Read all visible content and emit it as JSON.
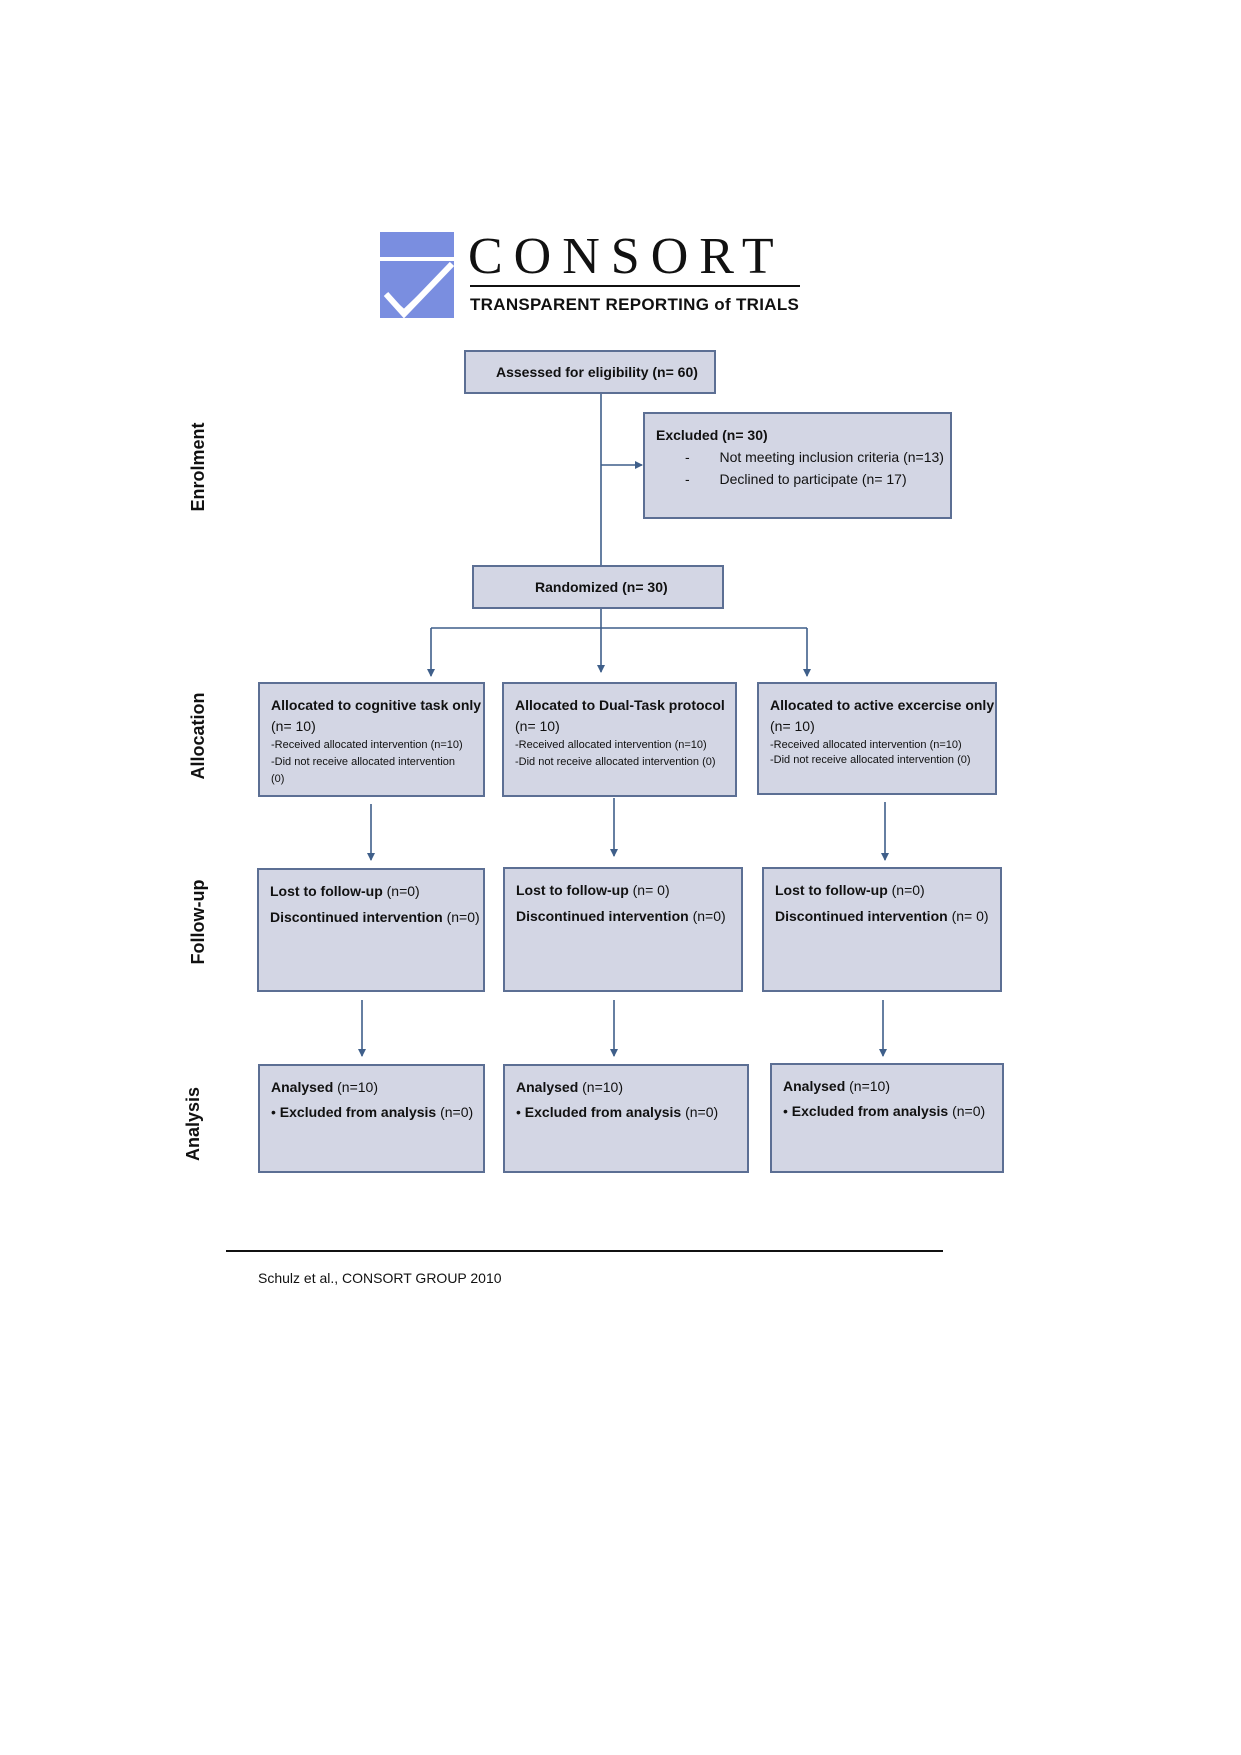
{
  "logo": {
    "title": "CONSORT",
    "subtitle": "TRANSPARENT REPORTING of TRIALS",
    "color": "#7a8ee0"
  },
  "stages": {
    "enrolment": "Enrolment",
    "allocation": "Allocation",
    "followup": "Follow-up",
    "analysis": "Analysis"
  },
  "assessed": {
    "label": "Assessed for eligibility",
    "n": "(n= 60)"
  },
  "excluded": {
    "label": "Excluded",
    "n": "(n= 30)",
    "dash": "-",
    "items": [
      "Not meeting inclusion criteria (n=13)",
      "Declined to participate (n= 17)"
    ]
  },
  "randomized": {
    "label": "Randomized",
    "n": "(n= 30)"
  },
  "arms": [
    {
      "allocation": {
        "title": "Allocated to cognitive task only",
        "n": "(n= 10)",
        "received": "-Received allocated intervention (n=10)",
        "not_received": "-Did not receive allocated intervention",
        "not_received_n": "(0)"
      },
      "followup": {
        "lost_label": "Lost to follow-up",
        "lost_n": "(n=0)",
        "disc_label": "Discontinued intervention",
        "disc_n": "(n=0)"
      },
      "analysis": {
        "analysed_label": "Analysed",
        "analysed_n": "(n=10)",
        "excl_label": "Excluded from analysis",
        "excl_n": "(n=0)"
      }
    },
    {
      "allocation": {
        "title": "Allocated to Dual-Task protocol",
        "n": "(n= 10)",
        "received": "-Received allocated intervention (n=10)",
        "not_received": "-Did not receive allocated intervention (0)",
        "not_received_n": ""
      },
      "followup": {
        "lost_label": "Lost to follow-up",
        "lost_n": "(n= 0)",
        "disc_label": "Discontinued intervention",
        "disc_n": "(n=0)"
      },
      "analysis": {
        "analysed_label": "Analysed",
        "analysed_n": "(n=10)",
        "excl_label": "Excluded from analysis",
        "excl_n": "(n=0)"
      }
    },
    {
      "allocation": {
        "title": "Allocated to active excercise only",
        "n": "(n= 10)",
        "received": "-Received allocated intervention (n=10)",
        "not_received": "-Did not receive allocated intervention (0)",
        "not_received_n": ""
      },
      "followup": {
        "lost_label": "Lost to follow-up",
        "lost_n": "(n=0)",
        "disc_label": "Discontinued intervention",
        "disc_n": "(n= 0)"
      },
      "analysis": {
        "analysed_label": "Analysed",
        "analysed_n": "(n=10)",
        "excl_label": "Excluded from analysis",
        "excl_n": "(n=0)"
      }
    }
  ],
  "footer": {
    "citation": "Schulz et al., CONSORT GROUP 2010"
  },
  "colors": {
    "box_fill": "#d3d6e4",
    "box_border": "#5c6f94",
    "arrow": "#3f5f8a"
  }
}
